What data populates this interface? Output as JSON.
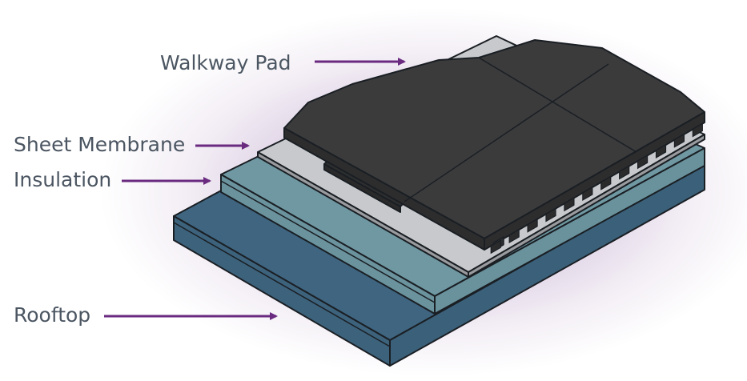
{
  "labels": {
    "walkway_pad": "Walkway Pad",
    "sheet_membrane": "Sheet Membrane",
    "insulation": "Insulation",
    "rooftop": "Rooftop"
  },
  "colors": {
    "arrow": "#6a2a80",
    "label_text": "#4b5662",
    "rooftop": "#3f6580",
    "insulation": "#6f98a2",
    "membrane": "#c8c9cc",
    "walkway": "#3b3b3c"
  }
}
